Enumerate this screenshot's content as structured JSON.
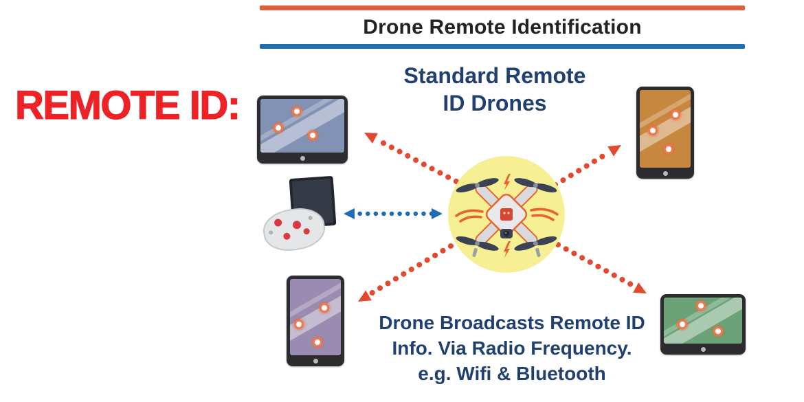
{
  "colors": {
    "red": "#ec2227",
    "navy": "#20406f",
    "title": "#232323",
    "orange_rule": "#df603b",
    "blue": "#1f6cb3",
    "arrow_red": "#e2492f",
    "halo": "#f6ef93",
    "bezel": "#2c2c30",
    "screen_tl": "#8292b4",
    "screen_tr": "#c8873f",
    "screen_bl": "#9a8cb0",
    "screen_br": "#6ba277",
    "dot_ring": "#ed7a52",
    "controller_screen": "#353b46",
    "stick_red": "#d8383e",
    "drone_dark": "#3a4254",
    "drone_accent": "#e8622d"
  },
  "label": {
    "text": "REMOTE ID:"
  },
  "header": {
    "title": "Drone Remote Identification"
  },
  "subtitle": {
    "line1": "Standard Remote",
    "line2": "ID Drones"
  },
  "caption": {
    "line1": "Drone Broadcasts Remote ID",
    "line2": "Info. Via Radio Frequency.",
    "line3": "e.g. Wifi & Bluetooth"
  },
  "icons": {
    "center": "drone-icon",
    "halo": "signal-halo",
    "left_device": "remote-controller-icon",
    "top_left_device": "monitor-icon",
    "top_right_device": "tablet-icon",
    "bottom_left_device": "tablet-icon",
    "bottom_right_device": "monitor-icon",
    "bolts": "lightning-bolt-icon",
    "waves": "signal-waves-icon",
    "broadcast_links": "red-dotted-arrow-icon",
    "control_link": "blue-double-arrow-icon"
  },
  "devices": {
    "top_left": {
      "type": "monitor",
      "position_dots": 3
    },
    "top_right": {
      "type": "tablet",
      "position_dots": 3
    },
    "bottom_left": {
      "type": "tablet",
      "position_dots": 3
    },
    "bottom_right": {
      "type": "monitor",
      "position_dots": 3
    }
  }
}
